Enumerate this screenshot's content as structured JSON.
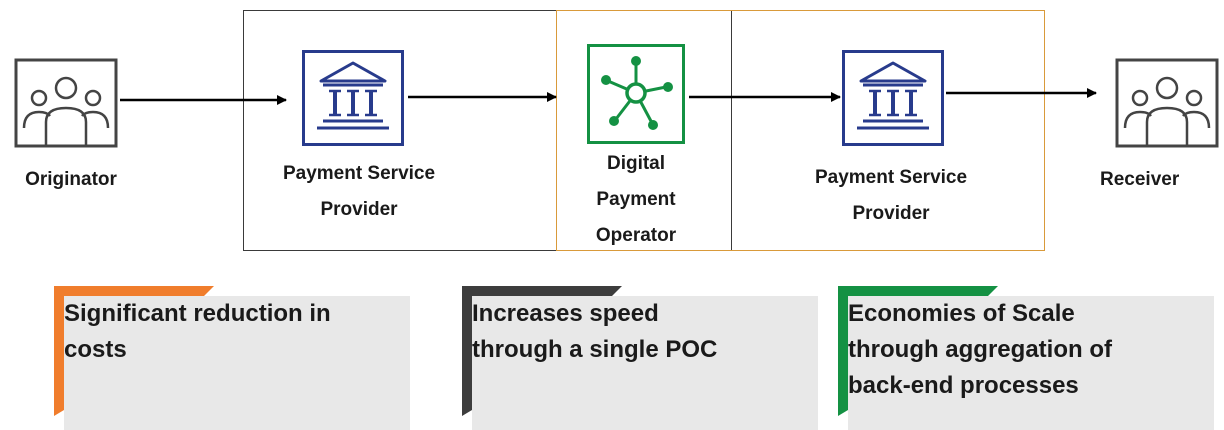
{
  "nodes": [
    {
      "id": "originator",
      "label": "Originator",
      "icon": "people-group-icon"
    },
    {
      "id": "psp1",
      "label": "Payment Service\nProvider",
      "icon": "bank-icon"
    },
    {
      "id": "dpo",
      "label": "Digital\nPayment\nOperator",
      "icon": "network-hub-icon"
    },
    {
      "id": "psp2",
      "label": "Payment Service\nProvider",
      "icon": "bank-icon"
    },
    {
      "id": "receiver",
      "label": "Receiver",
      "icon": "people-group-icon"
    }
  ],
  "benefits": [
    {
      "text": "Significant reduction in\ncosts",
      "accent": "#f07d2c"
    },
    {
      "text": "Increases speed\nthrough a single POC",
      "accent": "#3d3d3d"
    },
    {
      "text": "Economies of Scale\nthrough aggregation of\nback-end processes",
      "accent": "#149143"
    }
  ],
  "colors": {
    "bank_icon": "#283b8c",
    "hub_icon": "#149143",
    "people_icon": "#444444",
    "left_frame": "#3a3a3a",
    "right_frame": "#d99a3a",
    "arrow": "#000000"
  }
}
